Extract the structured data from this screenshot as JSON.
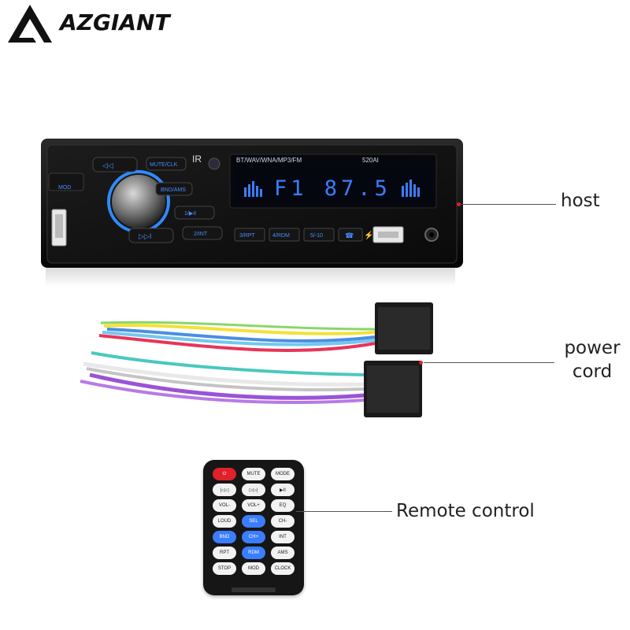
{
  "brand": {
    "name": "AZGIANT"
  },
  "labels": {
    "host": "host",
    "power_line1": "power",
    "power_line2": "cord",
    "remote": "Remote control"
  },
  "radio": {
    "formats": "BT/WAV/WNA/MP3/FM",
    "model": "520AI",
    "display": "F1 87.5",
    "buttons": {
      "prev": "◁◁",
      "mute": "MUTE/CLK",
      "mod": "MOD",
      "bnd": "BND/AMS",
      "play": "1/▶II",
      "next": "▷▷I",
      "int": "2/INT",
      "rpt": "3/RPT",
      "rdm": "4/RDM",
      "skip": "5/-10"
    }
  },
  "remote": {
    "rows": [
      [
        "⏻",
        "MUTE",
        "MODE"
      ],
      [
        "|◁◁",
        "▷▷|",
        "▶II"
      ],
      [
        "VOL-",
        "VOL+",
        "EQ"
      ],
      [
        "LOUD",
        "SEL",
        "CH-"
      ],
      [
        "BND",
        "CH+",
        "INT"
      ],
      [
        "RPT",
        "RDM",
        "AMS"
      ],
      [
        "STOP",
        "MOD",
        "CLOCK"
      ]
    ]
  },
  "colors": {
    "accent_red": "#e0202a",
    "lcd_blue": "#3b7dff",
    "knob_ring": "#2f8bff"
  }
}
